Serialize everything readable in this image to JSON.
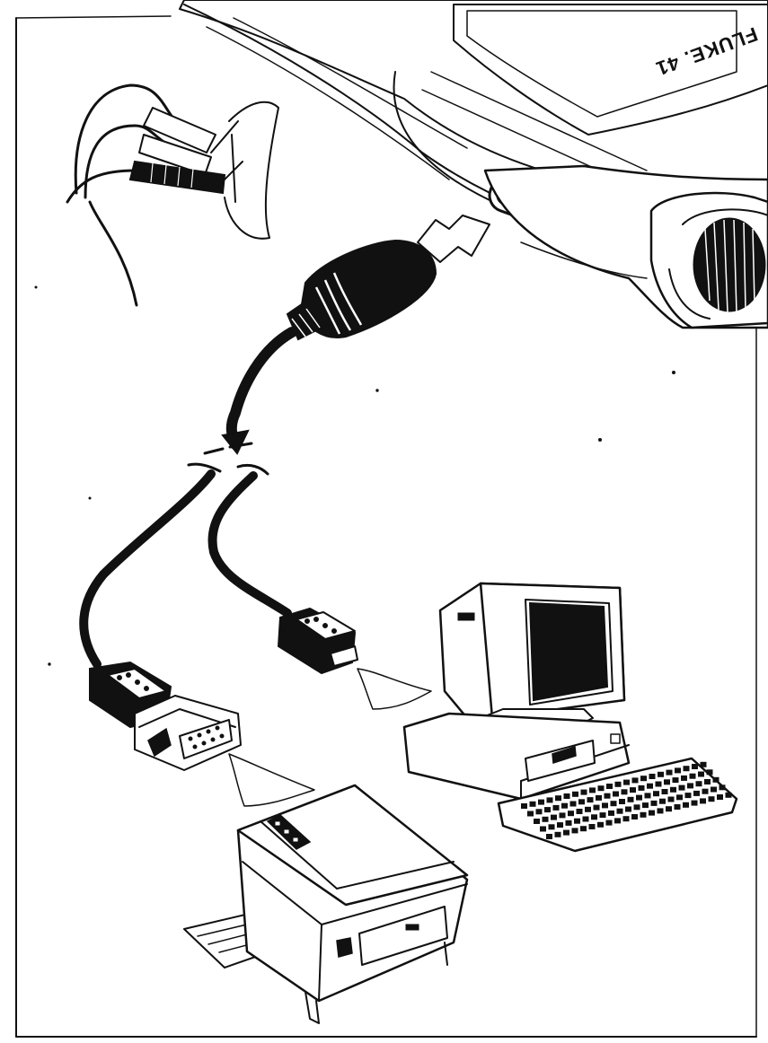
{
  "device": {
    "logo": "FLUKE. 41"
  },
  "colors": {
    "ink": "#111111",
    "paper": "#ffffff"
  },
  "parts": [
    "fluke-41-meter",
    "optical-interface-cable",
    "db9-connector",
    "db9-to-db25-adapter",
    "computer",
    "keyboard",
    "printer"
  ]
}
